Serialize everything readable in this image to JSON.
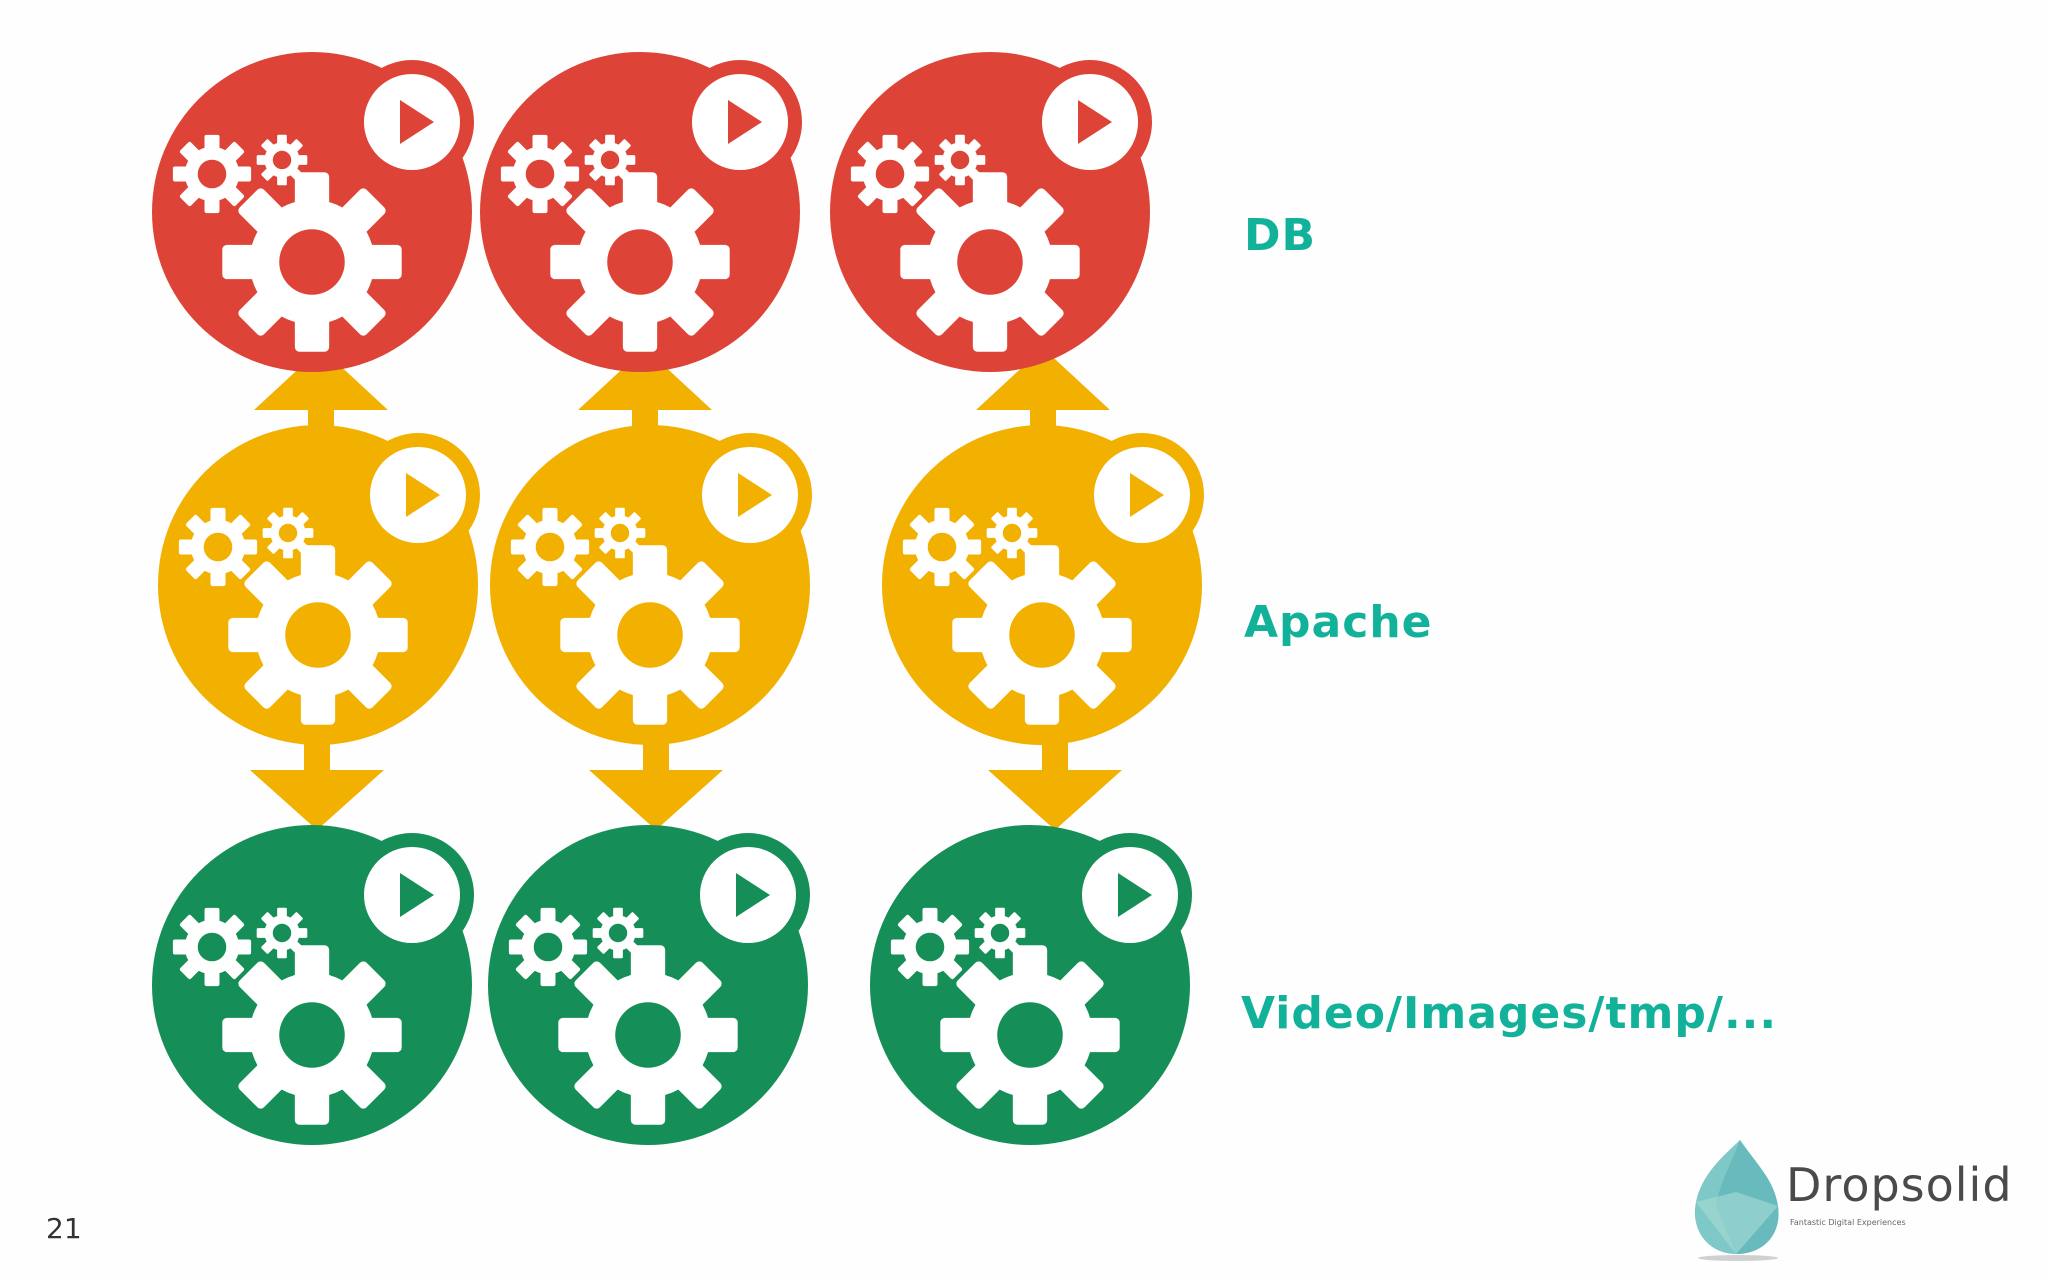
{
  "rows": [
    {
      "label": "DB",
      "color": "#dd4437"
    },
    {
      "label": "Apache",
      "color": "#f2b000"
    },
    {
      "label": "Video/Images/tmp/...",
      "color": "#168e57"
    }
  ],
  "arrow_color": "#f2b000",
  "icon": "container-gears-play-icon",
  "page_number": "21",
  "logo": {
    "name": "Dropsolid",
    "tagline": "Fantastic Digital Experiences",
    "color": "#7ec8c8"
  }
}
